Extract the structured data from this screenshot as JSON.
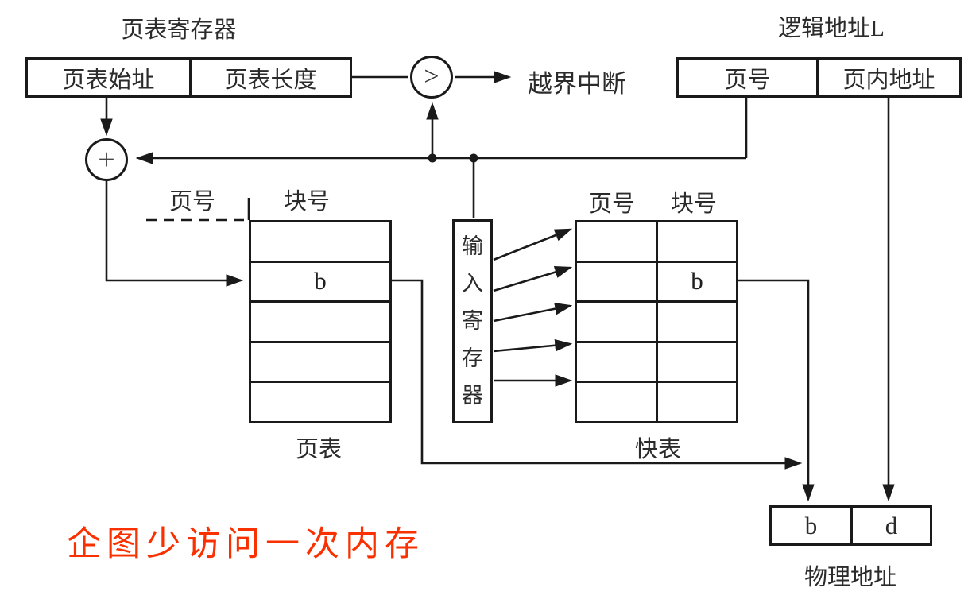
{
  "colors": {
    "line": "#1a1a1a",
    "text": "#2b2b2b",
    "annotation_red": "#f93000",
    "background": "#ffffff"
  },
  "page_table_register": {
    "title": "页表寄存器",
    "cells": [
      "页表始址",
      "页表长度"
    ]
  },
  "comparator": {
    "symbol": ">"
  },
  "adder": {
    "symbol": "+"
  },
  "interrupt_label": "越界中断",
  "logical_address": {
    "title": "逻辑地址L",
    "cells": [
      "页号",
      "页内地址"
    ]
  },
  "page_table": {
    "col_headers": [
      "页号",
      "块号"
    ],
    "rows": [
      "",
      "b",
      "",
      "",
      ""
    ],
    "caption": "页表"
  },
  "input_register": {
    "label": "输入寄存器"
  },
  "tlb": {
    "col_headers": [
      "页号",
      "块号"
    ],
    "rows": [
      [
        "",
        ""
      ],
      [
        "",
        "b"
      ],
      [
        "",
        ""
      ],
      [
        "",
        ""
      ],
      [
        "",
        ""
      ]
    ],
    "caption": "快表"
  },
  "physical_address": {
    "cells": [
      "b",
      "d"
    ],
    "caption": "物理地址"
  },
  "annotation": "企图少访问一次内存"
}
